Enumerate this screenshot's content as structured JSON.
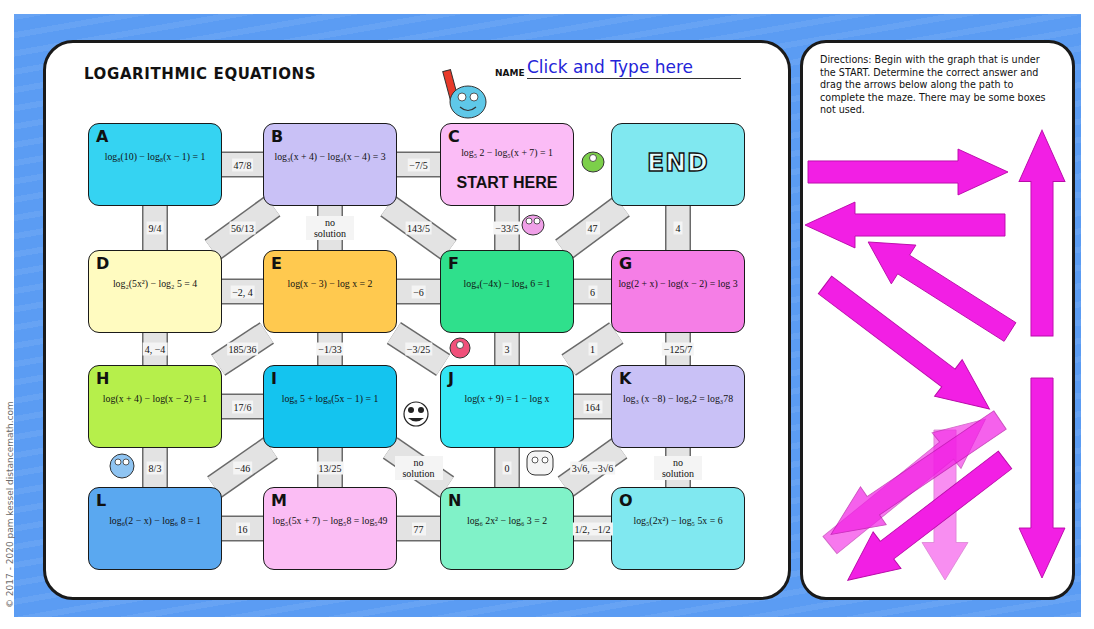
{
  "diagram": {
    "nodes": [
      {
        "text": [
          "LOGARITHMIC EQUATIONS",
          "NAME",
          "Click and Type here"
        ]
      },
      {
        "text": [
          "A",
          "log₈(10) − log₈(x − 1) = 1"
        ],
        "in": 0
      },
      {
        "text": [
          "B",
          "log₃(x + 4) − log₃(x − 4) = 3"
        ],
        "in": 0
      },
      {
        "text": [
          "C",
          "log₅ 2 − log₅(x + 7) = 1",
          "START HERE"
        ],
        "in": 0
      },
      {
        "text": [
          "END"
        ],
        "in": 0
      },
      {
        "text": [
          "D",
          "log₂(5x²) − log₂ 5 = 4"
        ],
        "in": 0
      },
      {
        "text": [
          "E",
          "log(x − 3) − log x = 2"
        ],
        "in": 0
      },
      {
        "text": [
          "F",
          "log₄(−4x) − log₄ 6 = 1"
        ],
        "in": 0
      },
      {
        "text": [
          "G",
          "log(2 + x) − log(x − 2) = log 3"
        ],
        "in": 0
      },
      {
        "text": [
          "H",
          "log(x + 4) − log(x − 2) = 1"
        ],
        "in": 0
      },
      {
        "text": [
          "I",
          "log₈ 5 + log₈(5x − 1) = 1"
        ],
        "in": 0
      },
      {
        "text": [
          "J",
          "log(x + 9) = 1 − log x"
        ],
        "in": 0
      },
      {
        "text": [
          "K",
          "log₃ (x −8) − log₃2 = log₃78"
        ],
        "in": 0
      },
      {
        "text": [
          "L",
          "log₆(2 − x) − log₆ 8 = 1"
        ],
        "in": 0
      },
      {
        "text": [
          "M",
          "log₅(5x + 7) − log₅8 = log₅49"
        ],
        "in": 0
      },
      {
        "text": [
          "N",
          "log₆ 2x² − log₆ 3 = 2"
        ],
        "in": 0
      },
      {
        "text": [
          "O",
          "log₅(2x²) − log₅ 5x = 6"
        ],
        "in": 0
      },
      {
        "text": [
          "Directions: Begin with the graph that is under the START. Determine the correct answer and drag the arrows below along the path to complete the maze. There may be some boxes not used."
        ]
      }
    ],
    "edges": [
      {
        "from": 1,
        "to": 2,
        "label": "47/8",
        "arrow": "none"
      },
      {
        "from": 2,
        "to": 3,
        "label": "−7/5",
        "arrow": "none"
      },
      {
        "from": 1,
        "to": 5,
        "label": "9/4",
        "arrow": "none"
      },
      {
        "from": 2,
        "to": 5,
        "label": "56/13",
        "arrow": "none"
      },
      {
        "from": 2,
        "to": 6,
        "label": "no solution",
        "arrow": "none"
      },
      {
        "from": 2,
        "to": 7,
        "label": "143/5",
        "arrow": "none"
      },
      {
        "from": 3,
        "to": 7,
        "label": "−33/5",
        "arrow": "none"
      },
      {
        "from": 7,
        "to": 4,
        "label": "47",
        "arrow": "none"
      },
      {
        "from": 4,
        "to": 8,
        "label": "4",
        "arrow": "none"
      },
      {
        "from": 5,
        "to": 6,
        "label": "−2, 4",
        "arrow": "none"
      },
      {
        "from": 6,
        "to": 7,
        "label": "−6",
        "arrow": "none"
      },
      {
        "from": 7,
        "to": 8,
        "label": "6",
        "arrow": "none"
      },
      {
        "from": 5,
        "to": 9,
        "label": "4, −4",
        "arrow": "none"
      },
      {
        "from": 6,
        "to": 9,
        "label": "185/36",
        "arrow": "none"
      },
      {
        "from": 6,
        "to": 10,
        "label": "−1/33",
        "arrow": "none"
      },
      {
        "from": 6,
        "to": 11,
        "label": "−3/25",
        "arrow": "none"
      },
      {
        "from": 7,
        "to": 11,
        "label": "3",
        "arrow": "none"
      },
      {
        "from": 8,
        "to": 11,
        "label": "1",
        "arrow": "none"
      },
      {
        "from": 8,
        "to": 12,
        "label": "−125/7",
        "arrow": "none"
      },
      {
        "from": 9,
        "to": 10,
        "label": "17/6",
        "arrow": "none"
      },
      {
        "from": 11,
        "to": 12,
        "label": "164",
        "arrow": "none"
      },
      {
        "from": 9,
        "to": 13,
        "label": "8/3",
        "arrow": "none"
      },
      {
        "from": 10,
        "to": 13,
        "label": "−46",
        "arrow": "none"
      },
      {
        "from": 10,
        "to": 14,
        "label": "13/25",
        "arrow": "none"
      },
      {
        "from": 10,
        "to": 15,
        "label": "no solution",
        "arrow": "none"
      },
      {
        "from": 11,
        "to": 15,
        "label": "0",
        "arrow": "none"
      },
      {
        "from": 12,
        "to": 15,
        "label": "3√6, −3√6",
        "arrow": "none"
      },
      {
        "from": 12,
        "to": 16,
        "label": "no solution",
        "arrow": "none"
      },
      {
        "from": 13,
        "to": 14,
        "label": "16",
        "arrow": "none"
      },
      {
        "from": 14,
        "to": 15,
        "label": "77",
        "arrow": "none"
      },
      {
        "from": 15,
        "to": 16,
        "label": "1/2, −1/2",
        "arrow": "none"
      }
    ],
    "labels": [
      "© 2017 - 2020 pam kessel distancemath.com"
    ]
  }
}
